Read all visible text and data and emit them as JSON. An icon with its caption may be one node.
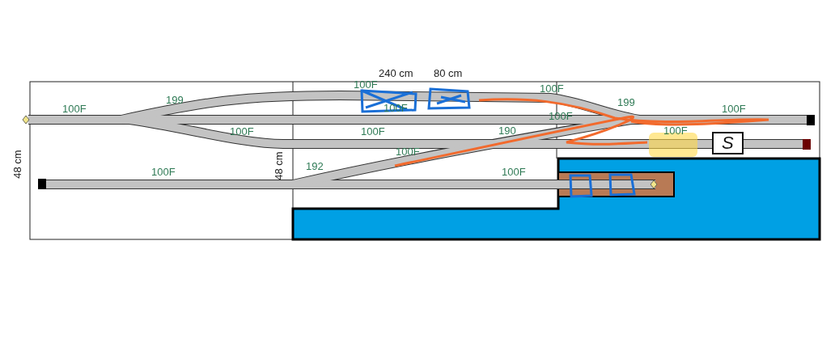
{
  "diagram": {
    "labels": [
      "240 cm",
      "80 cm",
      "100F",
      "100F",
      "100F",
      "199",
      "100F",
      "199",
      "100F",
      "100F",
      "100F",
      "190",
      "100F",
      "100F",
      "S",
      "100F",
      "48 cm",
      "48 cm",
      "100F",
      "192",
      "100F"
    ]
  }
}
